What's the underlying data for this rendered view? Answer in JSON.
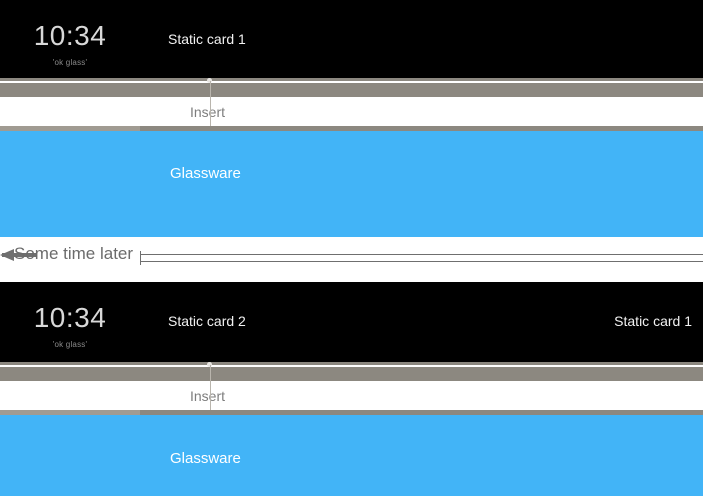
{
  "meta": {
    "title": "Glass timeline card insertion diagram"
  },
  "colors": {
    "card_background": "#000000",
    "glassware_blue": "#42b4f7",
    "connector_grey": "#8c8880",
    "connector_grey_light": "#a09b92",
    "insert_label_grey": "#7d7d7d",
    "divider_grey": "#6f6f6f",
    "clock_text": "#d8d8d8",
    "card_text": "#f2f2f2"
  },
  "clock": {
    "time": "10:34",
    "hint": "'ok glass'"
  },
  "scenario_one": {
    "cards": [
      {
        "label": "Static card 1",
        "align": "left"
      }
    ],
    "insert_label": "Insert",
    "glassware_label": "Glassware"
  },
  "divider": {
    "label": "Some time later",
    "icon": "left-arrow-icon"
  },
  "scenario_two": {
    "cards": [
      {
        "label": "Static card 2",
        "align": "left"
      },
      {
        "label": "Static card 1",
        "align": "right"
      }
    ],
    "insert_label": "Insert",
    "glassware_label": "Glassware"
  }
}
